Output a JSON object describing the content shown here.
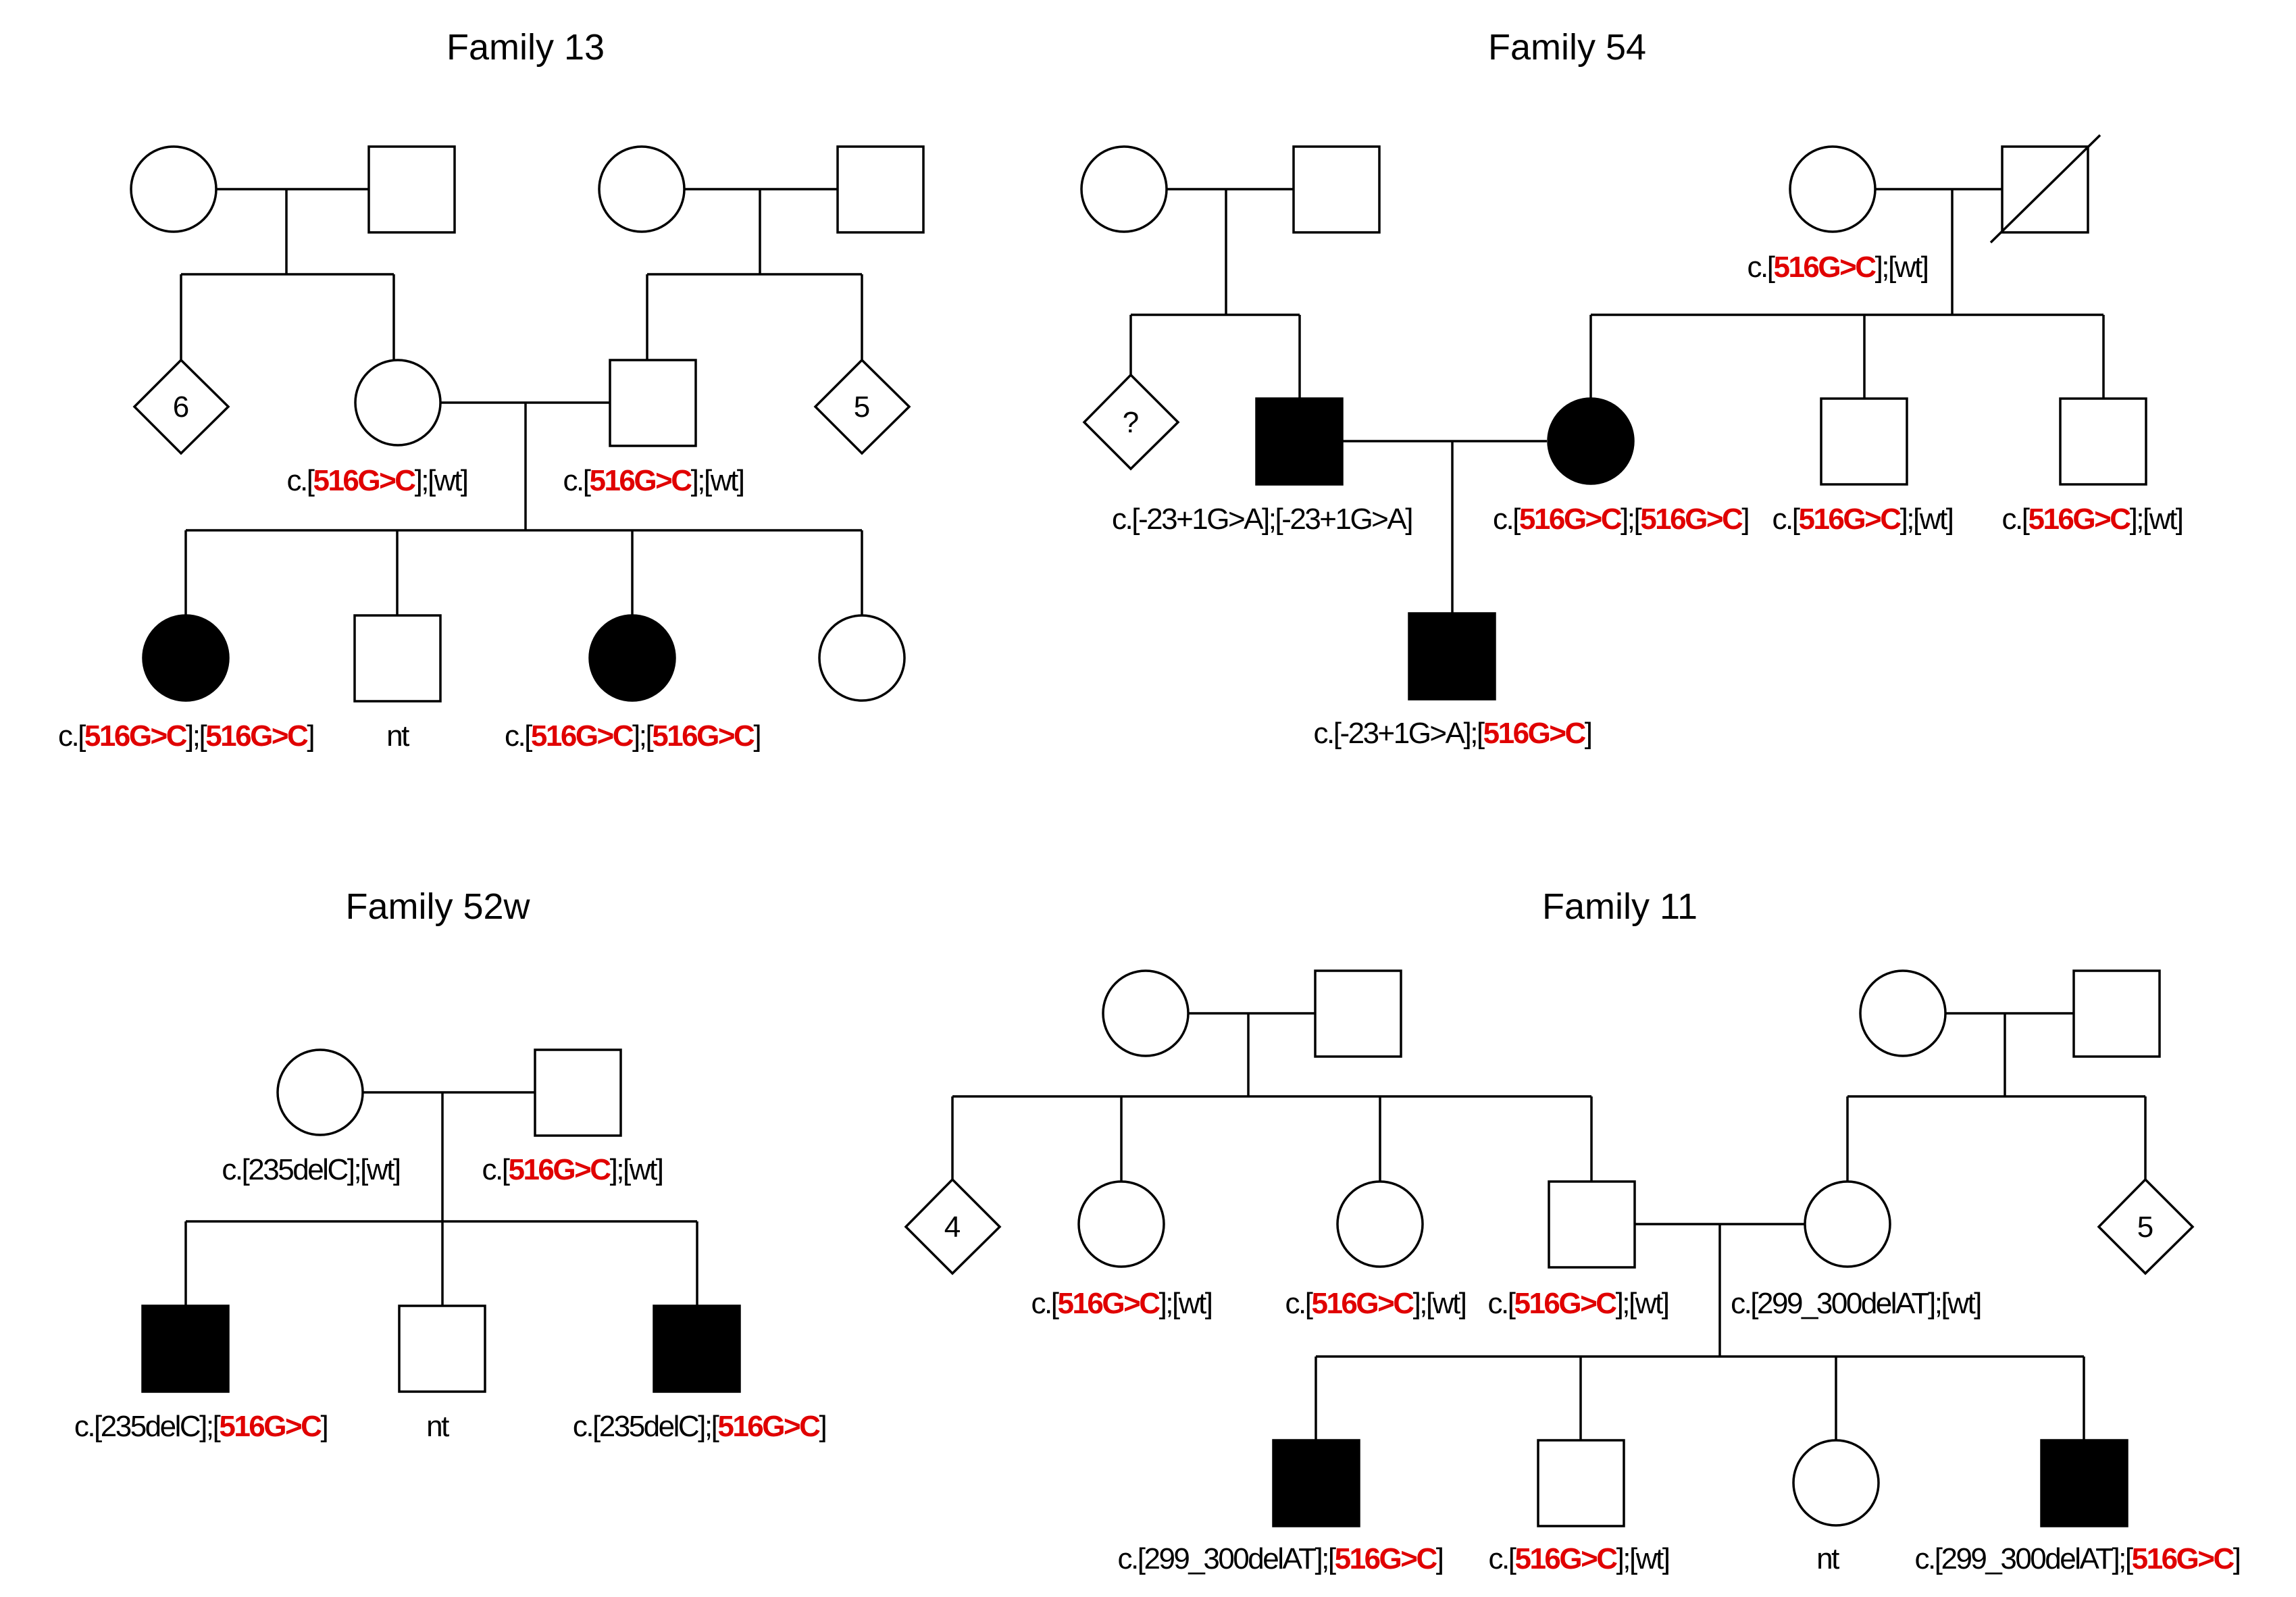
{
  "colors": {
    "line": "#000000",
    "affected": "#000000",
    "unaffected": "#ffffff",
    "mutation": "#e00000"
  },
  "families": [
    {
      "title": "Family 13",
      "labels": [
        [
          "c.[",
          {
            "m": "516G>C"
          },
          "];[wt]"
        ],
        [
          "c.[",
          {
            "m": "516G>C"
          },
          "];[wt]"
        ],
        [
          "c.[",
          {
            "m": "516G>C"
          },
          "];[",
          {
            "m": "516G>C"
          },
          "]"
        ],
        [
          "nt"
        ],
        [
          "c.[",
          {
            "m": "516G>C"
          },
          "];[",
          {
            "m": "516G>C"
          },
          "]"
        ]
      ],
      "counts": [
        "6",
        "5"
      ]
    },
    {
      "title": "Family 54",
      "labels": [
        [
          "c.[",
          {
            "m": "516G>C"
          },
          "];[wt]"
        ],
        [
          "c.[-23+1G>A];[-23+1G>A]"
        ],
        [
          "c.[",
          {
            "m": "516G>C"
          },
          "];[",
          {
            "m": "516G>C"
          },
          "]"
        ],
        [
          "c.[",
          {
            "m": "516G>C"
          },
          "];[wt]"
        ],
        [
          "c.[",
          {
            "m": "516G>C"
          },
          "];[wt]"
        ],
        [
          "c.[-23+1G>A];[",
          {
            "m": "516G>C"
          },
          "]"
        ]
      ],
      "counts": [
        "?"
      ]
    },
    {
      "title": "Family 52w",
      "labels": [
        [
          "c.[235delC];[wt]"
        ],
        [
          "c.[",
          {
            "m": "516G>C"
          },
          "];[wt]"
        ],
        [
          "c.[235delC];[",
          {
            "m": "516G>C"
          },
          "]"
        ],
        [
          "nt"
        ],
        [
          "c.[235delC];[",
          {
            "m": "516G>C"
          },
          "]"
        ]
      ],
      "counts": []
    },
    {
      "title": "Family 11",
      "labels": [
        [
          "c.[",
          {
            "m": "516G>C"
          },
          "];[wt]"
        ],
        [
          "c.[",
          {
            "m": "516G>C"
          },
          "];[wt]"
        ],
        [
          "c.[",
          {
            "m": "516G>C"
          },
          "];[wt]"
        ],
        [
          "c.[299_300delAT];[wt]"
        ],
        [
          "c.[299_300delAT];[",
          {
            "m": "516G>C"
          },
          "]"
        ],
        [
          "c.[",
          {
            "m": "516G>C"
          },
          "];[wt]"
        ],
        [
          "nt"
        ],
        [
          "c.[299_300delAT];[",
          {
            "m": "516G>C"
          },
          "]"
        ]
      ],
      "counts": [
        "4",
        "5"
      ]
    }
  ]
}
